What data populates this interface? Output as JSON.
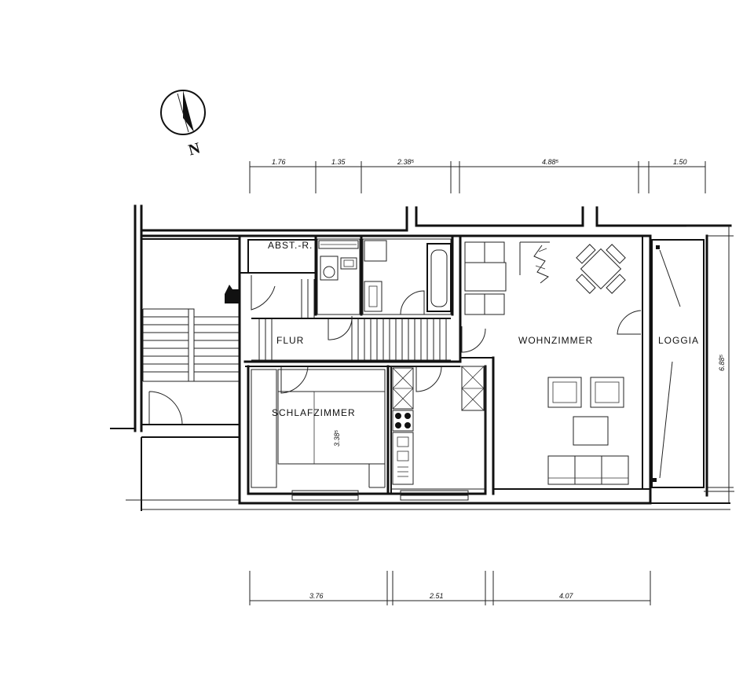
{
  "rooms": {
    "abstellraum": "ABST.-R.",
    "flur": "FLUR",
    "wohnzimmer": "WOHNZIMMER",
    "loggia": "LOGGIA",
    "schlafzimmer": "SCHLAFZIMMER"
  },
  "compass": {
    "north_label": "N"
  },
  "dimensions": {
    "top": [
      "1.76",
      "1.35",
      "2.38⁵",
      "4.88⁵",
      "1.50"
    ],
    "bottom": [
      "3.76",
      "2.51",
      "4.07"
    ],
    "right_depth": "6.88⁵",
    "bed_length": "3.38⁵"
  },
  "colors": {
    "ink": "#111111",
    "paper": "#ffffff"
  }
}
